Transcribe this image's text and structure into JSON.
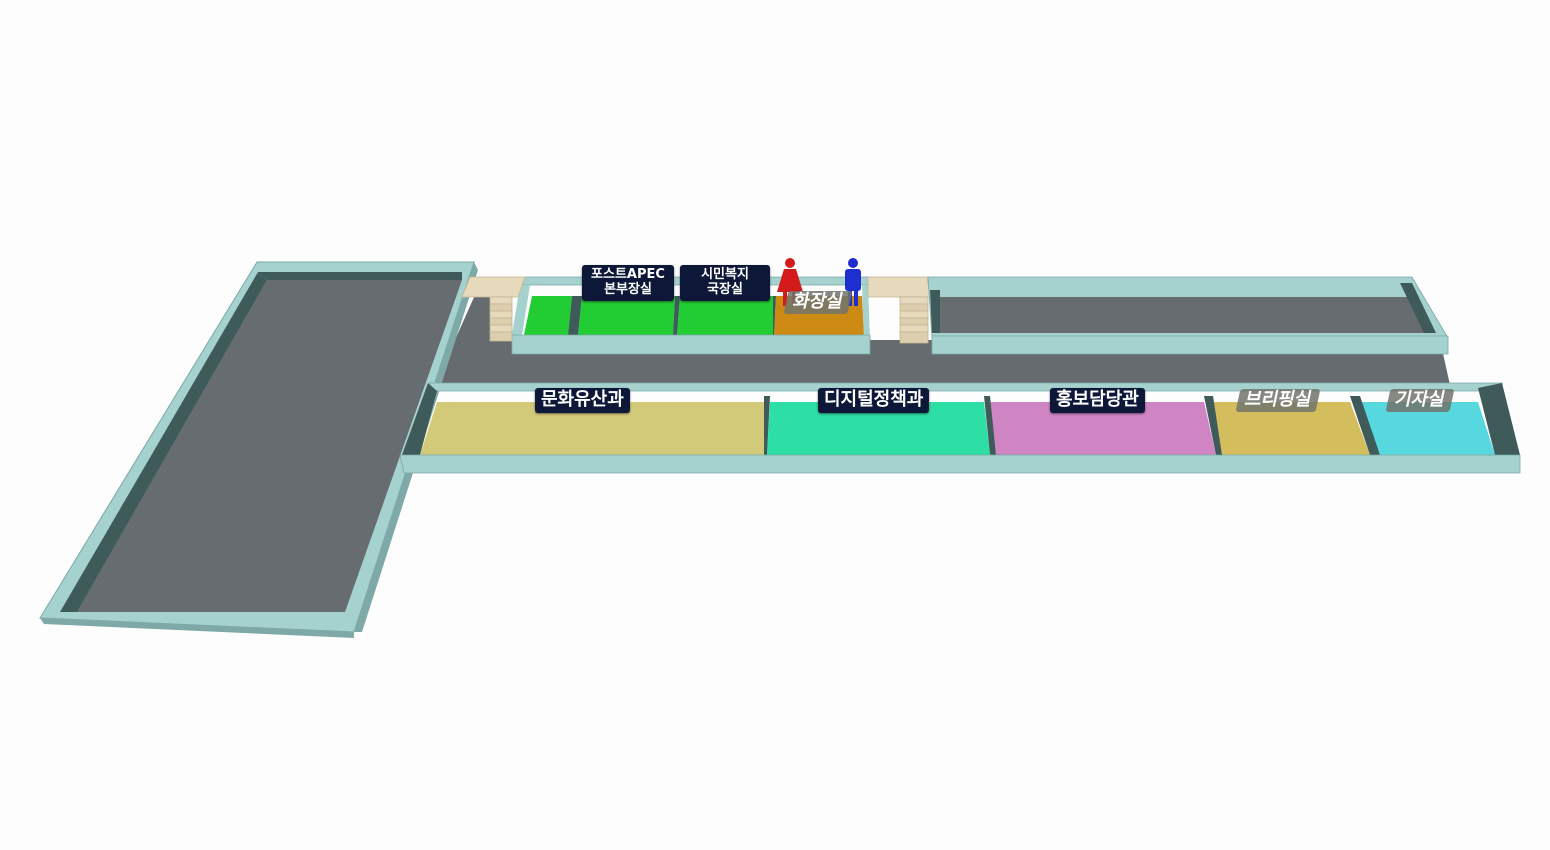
{
  "map": {
    "rooms": [
      {
        "id": "post-apec",
        "line1": "포스트APEC",
        "line2": "본부장실",
        "color": "#22cc33"
      },
      {
        "id": "welfare",
        "line1": "시민복지",
        "line2": "국장실",
        "color": "#22cc33"
      },
      {
        "id": "restroom",
        "label": "화장실",
        "color": "#cc8a12"
      },
      {
        "id": "culture",
        "label": "문화유산과",
        "color": "#d2ca78"
      },
      {
        "id": "digital",
        "label": "디지털정책과",
        "color": "#2ddfa4"
      },
      {
        "id": "pr",
        "label": "홍보담당관",
        "color": "#cf83c4"
      },
      {
        "id": "briefing",
        "label": "브리핑실",
        "color": "#d2bc5c"
      },
      {
        "id": "press",
        "label": "기자실",
        "color": "#56d8df"
      }
    ],
    "colors": {
      "wall": "#a5d2cf",
      "wall_edge": "#6f9c99",
      "floor": "#686d72",
      "inner_wall": "#3e5a59",
      "stairs": "#e5d8bd",
      "male_icon": "#1e2fd0",
      "female_icon": "#d41b1b"
    }
  }
}
